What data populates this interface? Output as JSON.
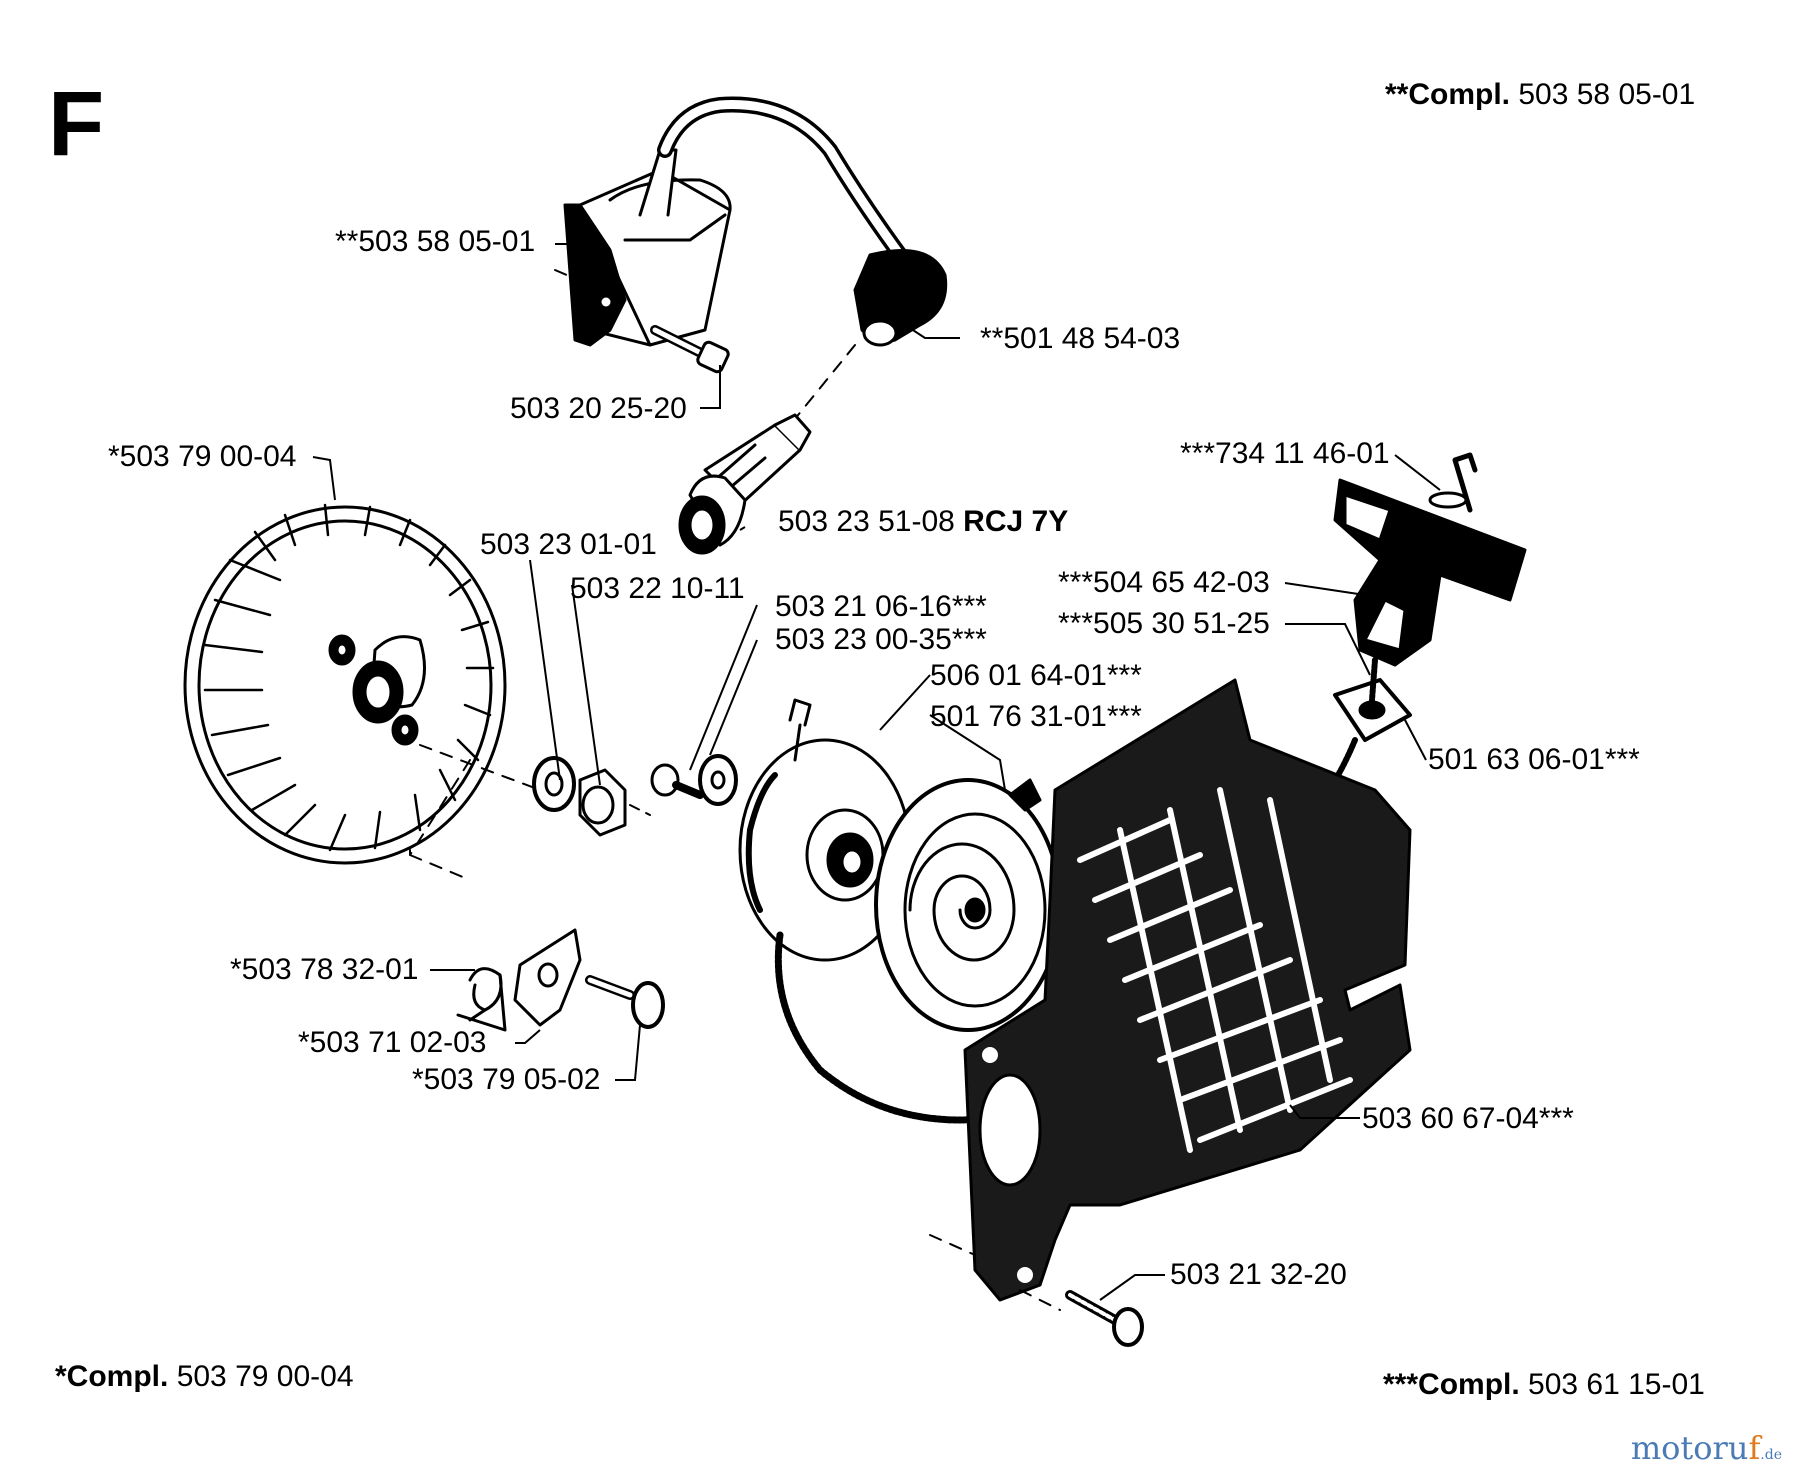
{
  "section_letter": "F",
  "compl": {
    "top_right": {
      "prefix": "**Compl.",
      "number": "503 58 05-01"
    },
    "bottom_left": {
      "prefix": "*Compl.",
      "number": "503 79 00-04"
    },
    "bottom_right": {
      "prefix": "***Compl.",
      "number": "503 61 15-01"
    }
  },
  "parts": {
    "ignition_module": "**503 58 05-01",
    "spark_plug_cap": "**501 48 54-03",
    "module_screw": "503 20 25-20",
    "flywheel": "*503 79 00-04",
    "spark_plug": "503 23 51-08",
    "spark_plug_type": "RCJ 7Y",
    "washer": "503 23 01-01",
    "nut": "503 22 10-11",
    "starter_screw": "503 21 06-16***",
    "starter_washer": "503 23 00-35***",
    "pulley": "506 01 64-01***",
    "spring_cassette": "501 76 31-01***",
    "handle_pin": "***734 11 46-01",
    "starter_handle": "***504 65 42-03",
    "starter_rope": "***505 30 51-25",
    "rope_guide": "501 63 06-01***",
    "pawl_spring": "*503 78 32-01",
    "pawl": "*503 71 02-03",
    "pawl_screw": "*503 79 05-02",
    "starter_housing": "503 60 67-04***",
    "housing_screw": "503 21 32-20"
  },
  "watermark": {
    "main": "motoru",
    "accent": "f",
    "tld": ".de"
  }
}
